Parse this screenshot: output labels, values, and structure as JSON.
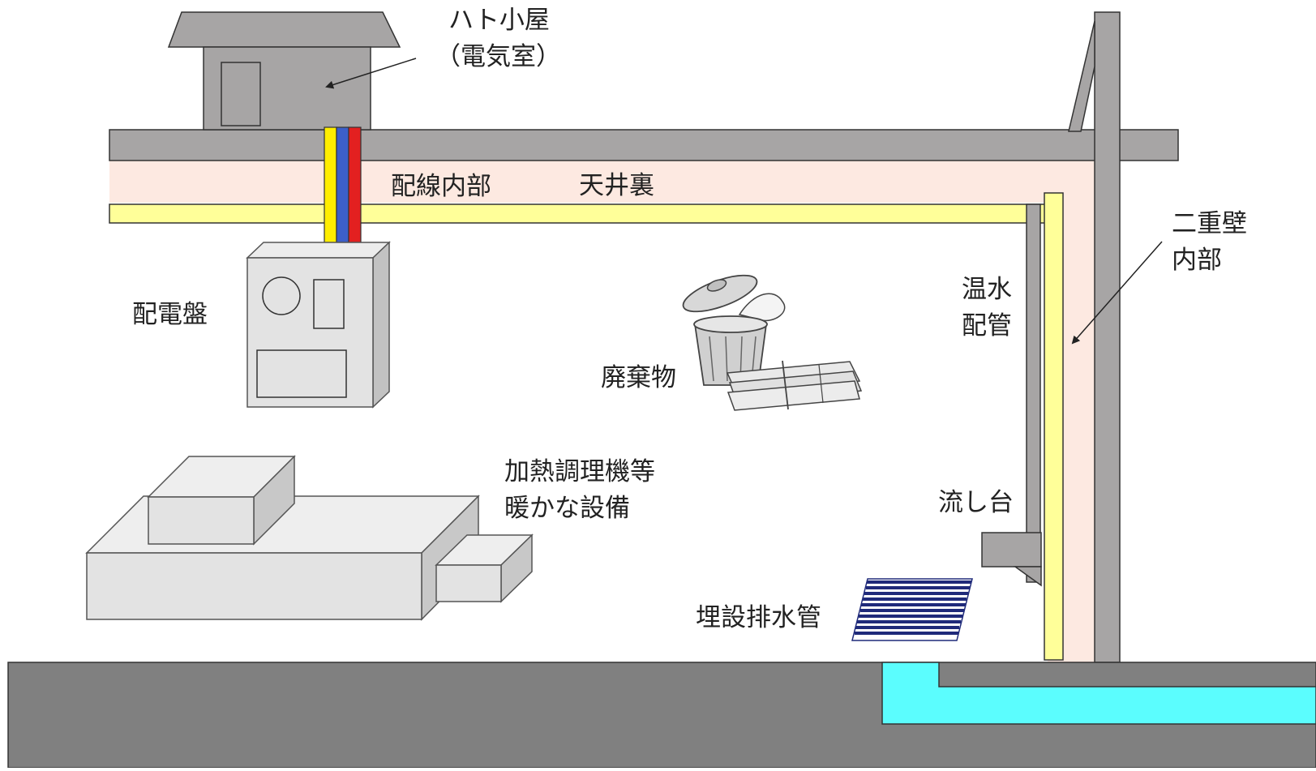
{
  "labels": {
    "pigeon_house": "ハト小屋",
    "electric_room": "（電気室）",
    "wiring_interior": "配線内部",
    "ceiling_space": "天井裏",
    "double_wall_line1": "二重壁",
    "double_wall_line2": "内部",
    "hot_water_line1": "温水",
    "hot_water_line2": "配管",
    "distribution_board": "配電盤",
    "waste": "廃棄物",
    "heating_line1": "加熱調理機等",
    "heating_line2": "暖かな設備",
    "sink": "流し台",
    "buried_drain": "埋設排水管"
  },
  "colors": {
    "structure_gray": "#a7a5a5",
    "ceiling_space_pink": "#fde9e1",
    "insulation_yellow": "#ffff99",
    "cable_yellow": "#ffee00",
    "cable_blue": "#3d5fc9",
    "cable_red": "#e32020",
    "equipment_gray": "#e3e3e3",
    "ground_gray": "#808080",
    "water_cyan": "#5bfdfe",
    "drain_navy": "#1f2a7a"
  }
}
